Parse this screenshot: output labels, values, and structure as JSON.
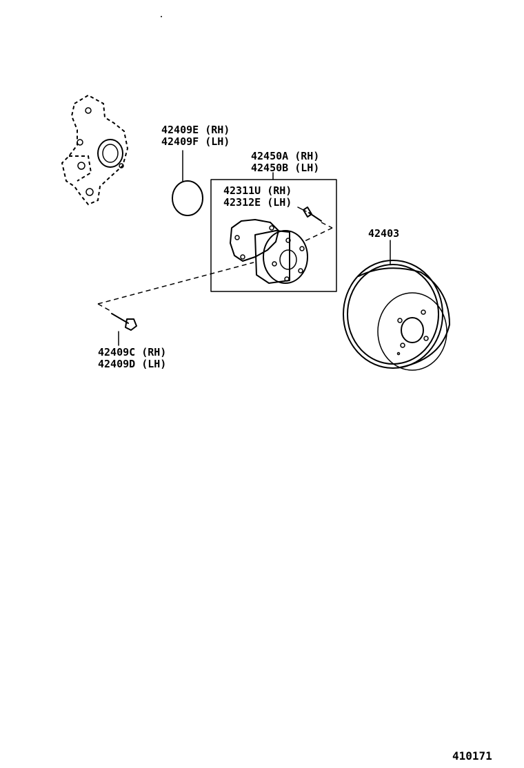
{
  "labels": {
    "oring": {
      "rh": "42409E (RH)",
      "lh": "42409F (LH)"
    },
    "hub_assy": {
      "rh": "42450A (RH)",
      "lh": "42450B (LH)"
    },
    "hub_bolt": {
      "rh": "42311U (RH)",
      "lh": "42312E (LH)"
    },
    "drum": "42403",
    "mount_bolt": {
      "rh": "42409C (RH)",
      "lh": "42409D (LH)"
    }
  },
  "figure_number": "410171"
}
